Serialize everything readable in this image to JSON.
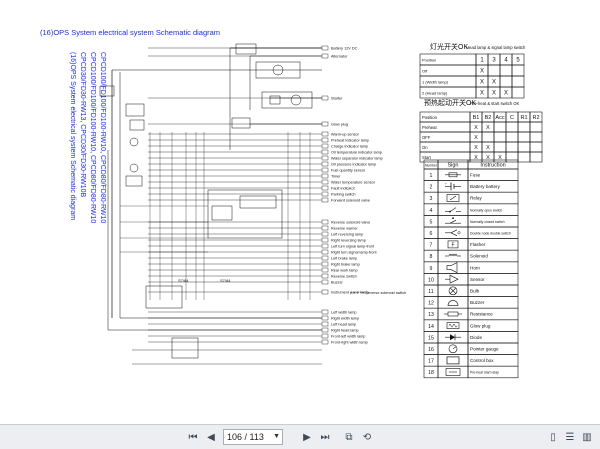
{
  "document": {
    "title": "(16)OPS System electrical system Schematic diagram",
    "rotated_models": [
      "CPCD100/FD100/FD100-RW10, CPCD80/FD80-RW10",
      "CPCD100/FD100/FD100-RW10, CPCD80/FD80-RW10",
      "CPCD30/FD30-RW13, CPCD30/FD30-RW10B",
      "(16)OPS System electrical system Schematic diagram"
    ],
    "labels": [
      "Battery 12V DC",
      "Alternator",
      "Starter",
      "Glow plug",
      "Warm-up sensor",
      "Preheat indicator lamp",
      "Charge indicator lamp",
      "Oil temperature indicator lamp",
      "Water separator indicator lamp",
      "Oil pressure indicator lamp",
      "Fuel quantity sensor",
      "Timer",
      "Water temperature sensor",
      "Fault indicator",
      "Parking switch",
      "Forward solenoid valve",
      "Reverse solenoid valve",
      "Reverse warner",
      "Left reversing lamp",
      "Right reversing lamp",
      "Left turn signal lamp-front",
      "Right turn signal lamp-front",
      "Left brake lamp",
      "Right brake lamp",
      "Rear work lamp",
      "Reverse switch",
      "Buzzer",
      "Instrument panel lamp",
      "Left width lamp",
      "Right width lamp",
      "Left head lamp",
      "Right head lamp",
      "Front-left width lamp",
      "Front-right width lamp"
    ],
    "table1": {
      "title": "Head lamp & signal lamp switch",
      "cn_title": "灯光开关OK",
      "header": [
        "Position",
        "1",
        "3",
        "4",
        "5"
      ],
      "rows": [
        [
          "Off",
          "X",
          "",
          "",
          ""
        ],
        [
          "1 (Width lamp)",
          "X",
          "X",
          "",
          ""
        ],
        [
          "2 (Head lamp)",
          "X",
          "X",
          "X",
          ""
        ]
      ]
    },
    "table2": {
      "title": "Pre-heat & start switch OK",
      "cn_title": "预热起动开关OK",
      "header": [
        "Position",
        "B1",
        "B2",
        "Acc",
        "C",
        "R1",
        "R2"
      ],
      "rows": [
        [
          "Preheat",
          "X",
          "X",
          "",
          "",
          "",
          ""
        ],
        [
          "OFF",
          "X",
          "",
          "",
          "",
          "",
          ""
        ],
        [
          "On",
          "X",
          "X",
          "",
          "",
          "",
          ""
        ],
        [
          "Start",
          "X",
          "X",
          "X",
          "",
          "",
          ""
        ]
      ]
    },
    "legend": {
      "header": [
        "Number",
        "Sign",
        "Instruction"
      ],
      "items": [
        {
          "n": "1",
          "sign": "fuse",
          "label": "Fuse"
        },
        {
          "n": "2",
          "sign": "battery",
          "label": "Battery battery"
        },
        {
          "n": "3",
          "sign": "relay",
          "label": "Relay"
        },
        {
          "n": "4",
          "sign": "no-switch",
          "label": "Normally open switch"
        },
        {
          "n": "5",
          "sign": "nc-switch",
          "label": "Normally closed switch"
        },
        {
          "n": "6",
          "sign": "dual-switch",
          "label": "Double node double switch"
        },
        {
          "n": "7",
          "sign": "flasher",
          "label": "Flasher"
        },
        {
          "n": "8",
          "sign": "solenoid",
          "label": "Solenoid"
        },
        {
          "n": "9",
          "sign": "horn",
          "label": "Horn"
        },
        {
          "n": "10",
          "sign": "sensor",
          "label": "Sensor"
        },
        {
          "n": "11",
          "sign": "bulb",
          "label": "Bulb"
        },
        {
          "n": "12",
          "sign": "buzzer",
          "label": "Buzzer"
        },
        {
          "n": "13",
          "sign": "resistance",
          "label": "Resistance"
        },
        {
          "n": "14",
          "sign": "glow-plug",
          "label": "Glow plug"
        },
        {
          "n": "15",
          "sign": "diode",
          "label": "Diode"
        },
        {
          "n": "16",
          "sign": "gauge",
          "label": "Pointer gauge"
        },
        {
          "n": "17",
          "sign": "control-box",
          "label": "Control box"
        },
        {
          "n": "18",
          "sign": "relay-start",
          "label": "Pre-heat start relay"
        }
      ]
    }
  },
  "toolbar": {
    "page_value": "106 / 113",
    "icons": [
      "first-page-icon",
      "prev-page-icon",
      "next-page-icon",
      "last-page-icon",
      "fit-page-icon",
      "rotate-icon",
      "single-page-icon",
      "continuous-icon",
      "facing-icon"
    ]
  }
}
